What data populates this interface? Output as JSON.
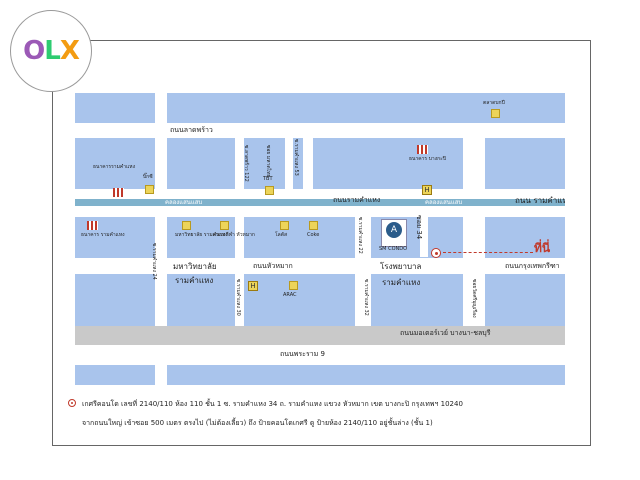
{
  "logo": {
    "text": "OLX",
    "letters": [
      "O",
      "L",
      "X"
    ],
    "colors": [
      "#9b59b6",
      "#2ecc71",
      "#f39c12"
    ]
  },
  "map": {
    "roads": {
      "lat_phrao": "ถนนลาดพร้าว",
      "ramkhamhaeng": "ถนนรามคำแหง",
      "ramkhamhaeng_right": "ถนน รามคำแหง",
      "hua_mak": "ถนนหัวหมาก",
      "krungthep_kritha": "ถนนกรุงเทพกรีฑา",
      "motorway": "ถนนมอเตอร์เวย์ บางนา-ชลบุรี",
      "phra_ram_9": "ถนนพระราม 9",
      "soi_34": "ซอย 34",
      "canal": "คลองแสนแสบ",
      "canal_right": "คลองแสนแสบ"
    },
    "places": {
      "thai_bank": "ตลาดบกปี",
      "bank_ram_1": "ธนาคารรามคำแหง",
      "big_c": "บิ๊กซี",
      "tbt": "TBT",
      "bank_2": "ธนาคาร บางกะปิ",
      "bank_ram_2": "ธนาคาร รามคำแหง",
      "univ": "มหาวิทยาลัย รามคำแหง",
      "stadium": "สนามกีฬา หัวหมาก",
      "lotus": "โลตัส",
      "coke": "Coke",
      "univ_big": "มหาวิทยาลัย",
      "ramk_big": "รามคำแหง",
      "arac": "ARAC",
      "hospital": "โรงพยาบาล",
      "hospital_ram": "รามคำแหง",
      "condo": "SM CONDO",
      "soi_a": "ซ.รามคำแหง 24",
      "soi_b": "ซ.รามคำแหง 22",
      "soi_c": "ซ.รามคำแหง 30",
      "soi_d": "ซ.ลาดพร้าว 122",
      "soi_e": "ซ.รามคำแหง 53",
      "soi_f": "ซอย มหาดไทย",
      "soi_g": "ซ.รามคำแหง 32",
      "soi_h": "ซอยวัดศรีบุญเรือง",
      "here": "ที่นี่"
    }
  },
  "footer": {
    "line1": "เกศรีคอนโด เลขที่ 2140/110 ห้อง 110 ชั้น 1 ซ. รามคำแหง 34 ถ. รามคำแหง แขวง หัวหมาก เขต บางกะปิ กรุงเทพฯ 10240",
    "line2": "จากถนนใหญ่ เข้าซอย 500 เมตร ตรงไป (ไม่ต้องเลี้ยว) ถึง ป้ายคอนโดเกศรี ดู ป้ายห้อง 2140/110 อยู่ชั้นล่าง (ชั้น 1)"
  },
  "colors": {
    "block": "#a9c4ec",
    "road": "#ffffff",
    "marker": "#c0392b",
    "poi": "#ecd45a",
    "canal": "#7fb2cc"
  }
}
